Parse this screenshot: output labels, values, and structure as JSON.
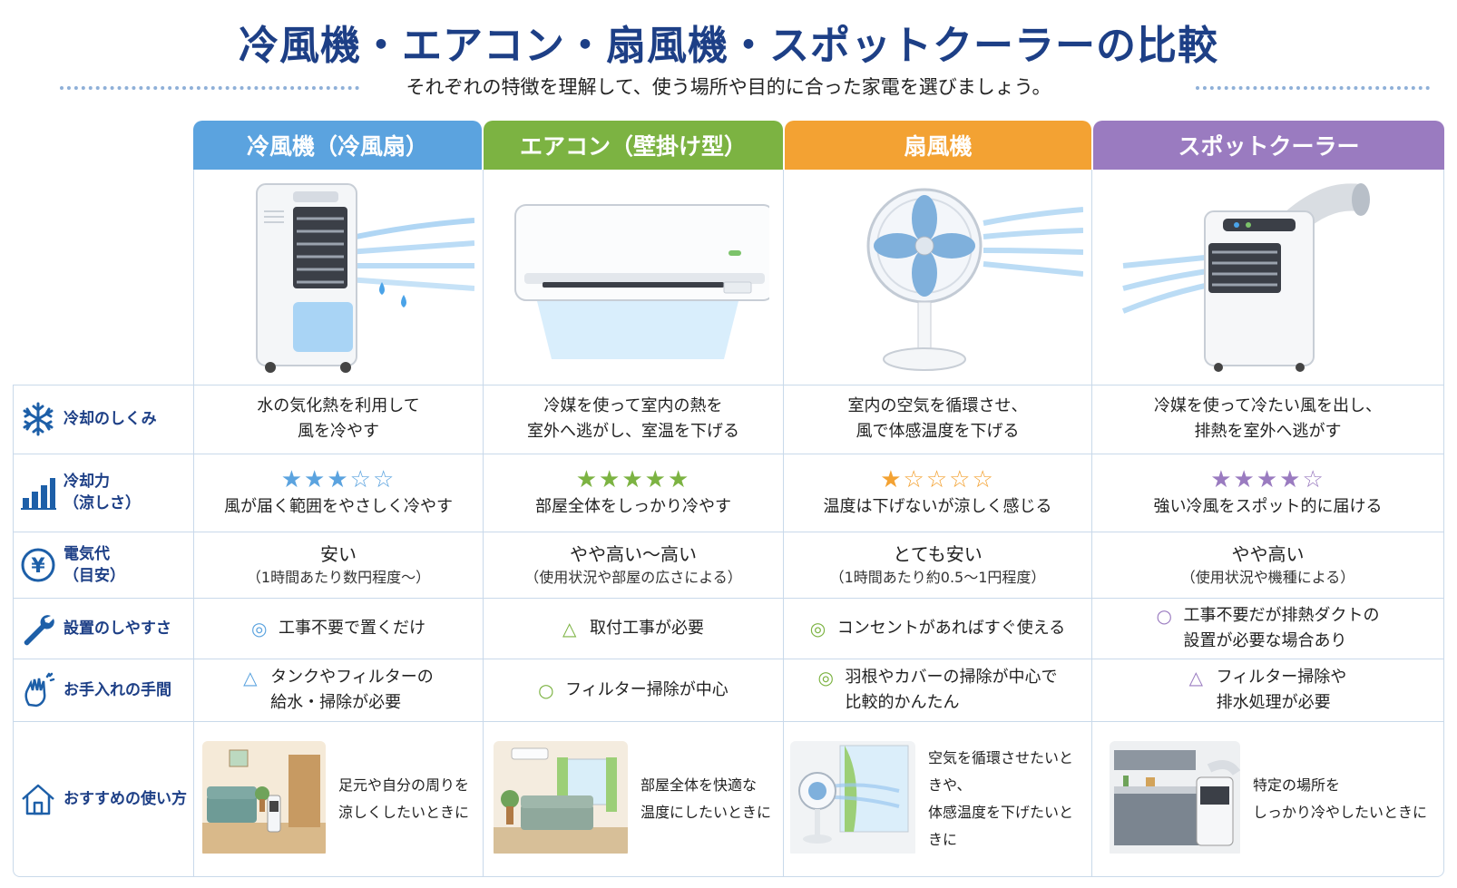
{
  "title": "冷風機・エアコン・扇風機・スポットクーラーの比較",
  "subtitle": "それぞれの特徴を理解して、使う場所や目的に合った家電を選びましょう。",
  "columns": [
    {
      "name": "冷風機（冷風扇）",
      "color": "#5ba3df"
    },
    {
      "name": "エアコン（壁掛け型）",
      "color": "#7cb342"
    },
    {
      "name": "扇風機",
      "color": "#f3a233"
    },
    {
      "name": "スポットクーラー",
      "color": "#9a7bc0"
    }
  ],
  "rows": {
    "mechanism": {
      "label": "冷却のしくみ",
      "icon": "snowflake-icon",
      "cells": [
        [
          "水の気化熱を利用して",
          "風を冷やす"
        ],
        [
          "冷媒を使って室内の熱を",
          "室外へ逃がし、室温を下げる"
        ],
        [
          "室内の空気を循環させ、",
          "風で体感温度を下げる"
        ],
        [
          "冷媒を使って冷たい風を出し、",
          "排熱を室外へ逃がす"
        ]
      ]
    },
    "cooling": {
      "label_lines": [
        "冷却力",
        "（涼しさ）"
      ],
      "icon": "bar-chart-icon",
      "cells": [
        {
          "stars": 3,
          "stars_text": "★★★☆☆",
          "color": "#5ba3df",
          "text": "風が届く範囲をやさしく冷やす"
        },
        {
          "stars": 5,
          "stars_text": "★★★★★",
          "color": "#7cb342",
          "text": "部屋全体をしっかり冷やす"
        },
        {
          "stars": 1,
          "stars_text": "★☆☆☆☆",
          "color": "#f3a233",
          "text": "温度は下げないが涼しく感じる"
        },
        {
          "stars": 4,
          "stars_text": "★★★★☆",
          "color": "#9a7bc0",
          "text": "強い冷風をスポット的に届ける"
        }
      ]
    },
    "cost": {
      "label_lines": [
        "電気代",
        "（目安）"
      ],
      "icon": "yen-icon",
      "cells": [
        {
          "main": "安い",
          "sub": "（1時間あたり数円程度～）"
        },
        {
          "main": "やや高い～高い",
          "sub": "（使用状況や部屋の広さによる）"
        },
        {
          "main": "とても安い",
          "sub": "（1時間あたり約0.5～1円程度）"
        },
        {
          "main": "やや高い",
          "sub": "（使用状況や機種による）"
        }
      ]
    },
    "install": {
      "label": "設置のしやすさ",
      "icon": "wrench-icon",
      "cells": [
        {
          "mark": "◎",
          "lines": [
            "工事不要で置くだけ"
          ]
        },
        {
          "mark": "△",
          "lines": [
            "取付工事が必要"
          ]
        },
        {
          "mark": "◎",
          "lines": [
            "コンセントがあればすぐ使える"
          ]
        },
        {
          "mark": "○",
          "lines": [
            "工事不要だが排熱ダクトの",
            "設置が必要な場合あり"
          ]
        }
      ]
    },
    "maintenance": {
      "label": "お手入れの手間",
      "icon": "hand-sparkle-icon",
      "cells": [
        {
          "mark": "△",
          "lines": [
            "タンクやフィルターの",
            "給水・掃除が必要"
          ]
        },
        {
          "mark": "○",
          "lines": [
            "フィルター掃除が中心"
          ]
        },
        {
          "mark": "◎",
          "lines": [
            "羽根やカバーの掃除が中心で",
            "比較的かんたん"
          ]
        },
        {
          "mark": "△",
          "lines": [
            "フィルター掃除や",
            "排水処理が必要"
          ]
        }
      ]
    },
    "recommend": {
      "label": "おすすめの使い方",
      "icon": "house-icon",
      "cells": [
        [
          "足元や自分の周りを",
          "涼しくしたいときに"
        ],
        [
          "部屋全体を快適な",
          "温度にしたいときに"
        ],
        [
          "空気を循環させたいときや、",
          "体感温度を下げたいときに"
        ],
        [
          "特定の場所を",
          "しっかり冷やしたいときに"
        ]
      ]
    }
  }
}
